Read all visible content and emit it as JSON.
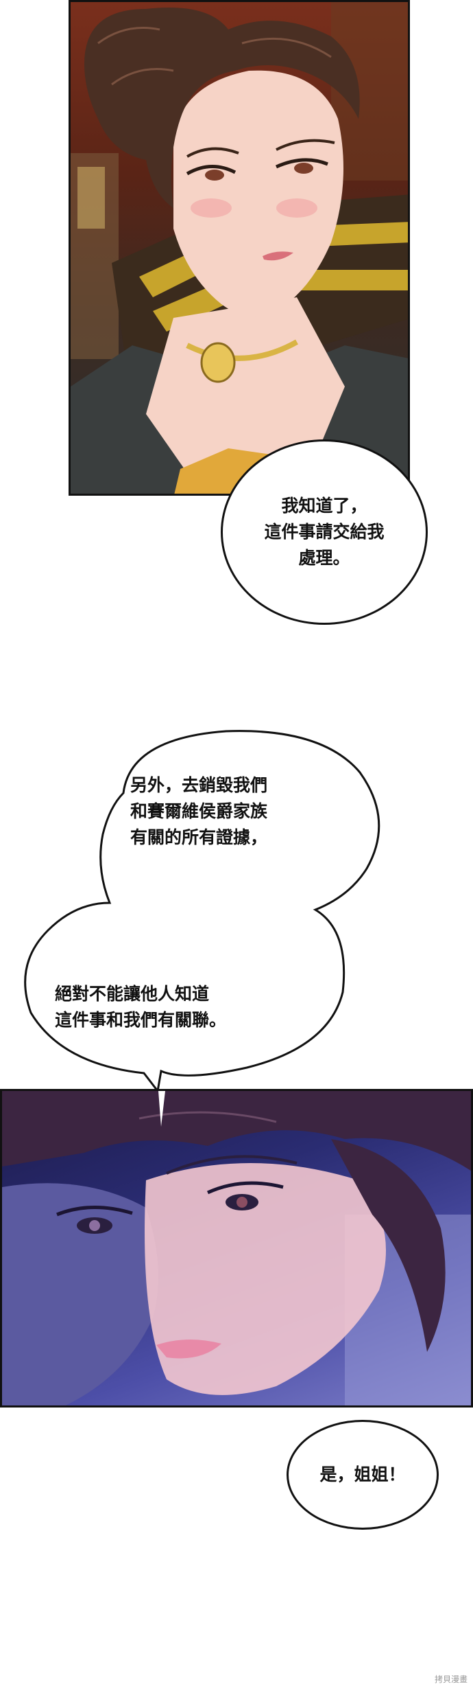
{
  "bubbles": {
    "b1": "我知道了，\n這件事請交給我\n處理。",
    "b2_part1": "另外，去銷毀我們\n和賽爾維侯爵家族\n有關的所有證據，",
    "b2_part2": "絕對不能讓他人知道\n這件事和我們有關聯。",
    "b3": "是，姐姐！"
  },
  "watermark": "拷貝漫畫",
  "colors": {
    "panel1_bg": "#5a2416",
    "panel2_bg": "#2a2c72",
    "skin": "#f6d3c6",
    "hair": "#4a2f23",
    "necklace_gold": "#d9b444",
    "dress_gold": "#e1a83a"
  }
}
